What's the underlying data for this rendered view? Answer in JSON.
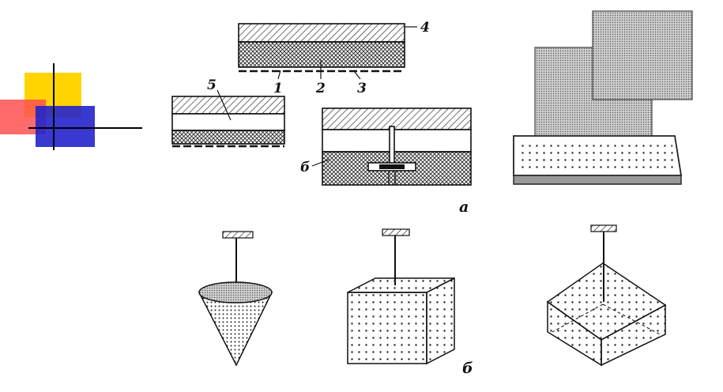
{
  "colors": {
    "yellow": "#ffd400",
    "red": "#ff3a3a",
    "blue": "#2020cc",
    "ink": "#111111",
    "panel": "#bdbdbd"
  },
  "labels": {
    "l1": "1",
    "l2": "2",
    "l3": "3",
    "l4": "4",
    "l5": "5",
    "l6": "б"
  },
  "captions": {
    "a": "а",
    "b": "б"
  }
}
